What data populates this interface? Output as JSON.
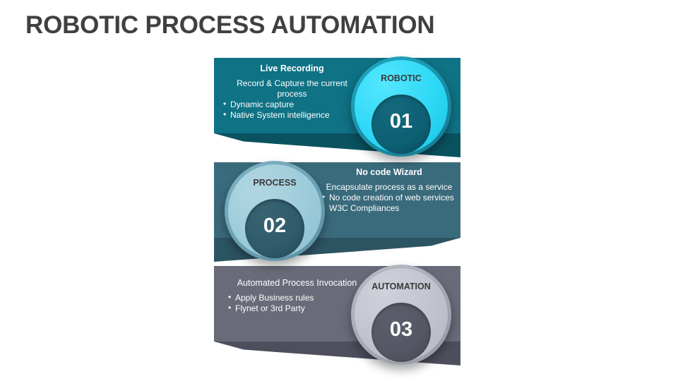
{
  "slide": {
    "title": "ROBOTIC PROCESS AUTOMATION",
    "background_color": "#ffffff",
    "title_color": "#404040"
  },
  "panels": [
    {
      "id": "01",
      "number": "01",
      "circle_label": "ROBOTIC",
      "heading": "Live Recording",
      "subtitle": "Record & Capture the current process",
      "bullets": [
        "Dynamic capture",
        "Native System intelligence"
      ],
      "bar_color": "#0f7285",
      "shadow_color": "#0a5260",
      "circle_outer_color": "#2cd8f5",
      "circle_inner_color": "#0d5f72",
      "text_side": "left"
    },
    {
      "id": "02",
      "number": "02",
      "circle_label": "PROCESS",
      "heading": "No code Wizard",
      "subtitle": "Encapsulate process as a service",
      "bullets": [
        "No code creation of web services",
        "W3C Compliances"
      ],
      "bar_color": "#3a6b7c",
      "shadow_color": "#2d5463",
      "circle_outer_color": "#9ccbda",
      "circle_inner_color": "#2f5a69",
      "text_side": "right"
    },
    {
      "id": "03",
      "number": "03",
      "circle_label": "AUTOMATION",
      "heading": "Automated Process Invocation",
      "subtitle": "",
      "bullets": [
        "Apply Business rules",
        "Flynet or 3rd Party"
      ],
      "bar_color": "#6a6b78",
      "shadow_color": "#4e4f5c",
      "circle_outer_color": "#c0c3cd",
      "circle_inner_color": "#555663",
      "text_side": "left"
    }
  ]
}
